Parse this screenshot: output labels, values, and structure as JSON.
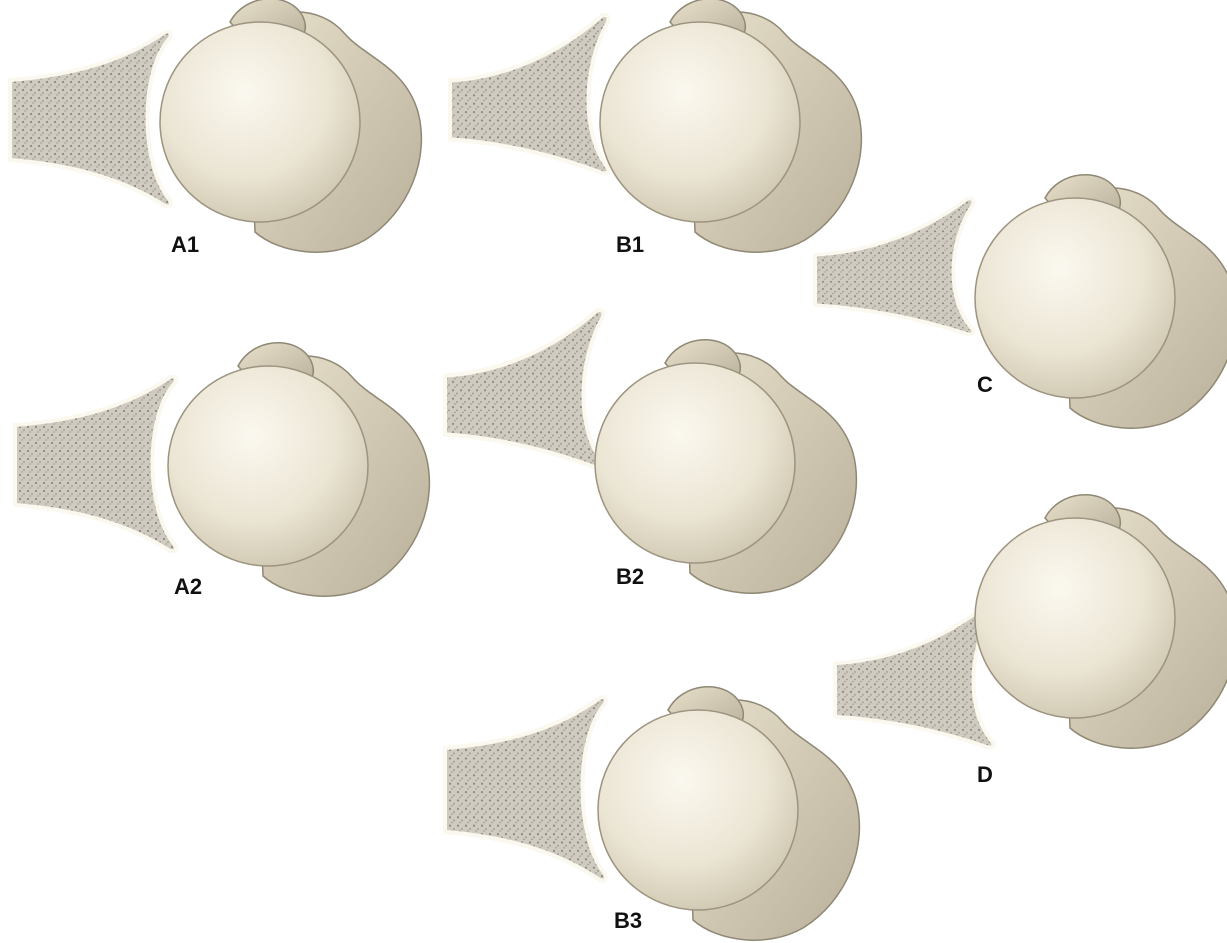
{
  "colors": {
    "bone_fill": "#ebe5d4",
    "bone_shadow": "#a8a08c",
    "bone_outline": "#8f8875",
    "glenoid_fill": "#cbc7bd",
    "glenoid_outline": "#b5ac96",
    "label": "#111111"
  },
  "panels": [
    {
      "id": "A1",
      "label": "A1"
    },
    {
      "id": "A2",
      "label": "A2"
    },
    {
      "id": "B1",
      "label": "B1"
    },
    {
      "id": "B2",
      "label": "B2"
    },
    {
      "id": "B3",
      "label": "B3"
    },
    {
      "id": "C",
      "label": "C"
    },
    {
      "id": "D",
      "label": "D"
    }
  ]
}
